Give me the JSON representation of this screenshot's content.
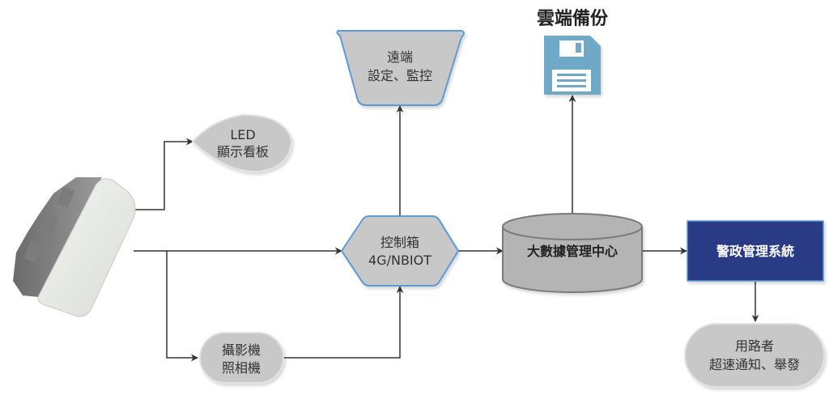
{
  "nodes": {
    "device": {
      "label": ""
    },
    "led_board": {
      "line1": "LED",
      "line2": "顯示看板"
    },
    "camera": {
      "line1": "攝影機",
      "line2": "照相機"
    },
    "control_box": {
      "line1": "控制箱",
      "line2": "4G/NBIOT"
    },
    "remote": {
      "line1": "遠端",
      "line2": "設定、監控"
    },
    "cloud_backup": {
      "title": "雲端備份"
    },
    "bigdata_center": {
      "label": "大數據管理中心"
    },
    "police_system": {
      "label": "警政管理系統"
    },
    "road_user": {
      "line1": "用路者",
      "line2": "超速通知、舉發"
    }
  },
  "colors": {
    "node_fill": "#c8c8c8",
    "node_border_blue": "#5b9bd5",
    "cylinder_fill": "#b4b4b4",
    "police_fill": "#2b3a86",
    "floppy_blue": "#6fa8c8",
    "line": "#333333"
  },
  "edges": [
    {
      "from": "device",
      "to": "led_board"
    },
    {
      "from": "device",
      "to": "control_box"
    },
    {
      "from": "device",
      "to": "camera"
    },
    {
      "from": "camera",
      "to": "control_box"
    },
    {
      "from": "control_box",
      "to": "remote"
    },
    {
      "from": "control_box",
      "to": "bigdata_center"
    },
    {
      "from": "bigdata_center",
      "to": "cloud_backup"
    },
    {
      "from": "bigdata_center",
      "to": "police_system"
    },
    {
      "from": "police_system",
      "to": "road_user"
    }
  ]
}
